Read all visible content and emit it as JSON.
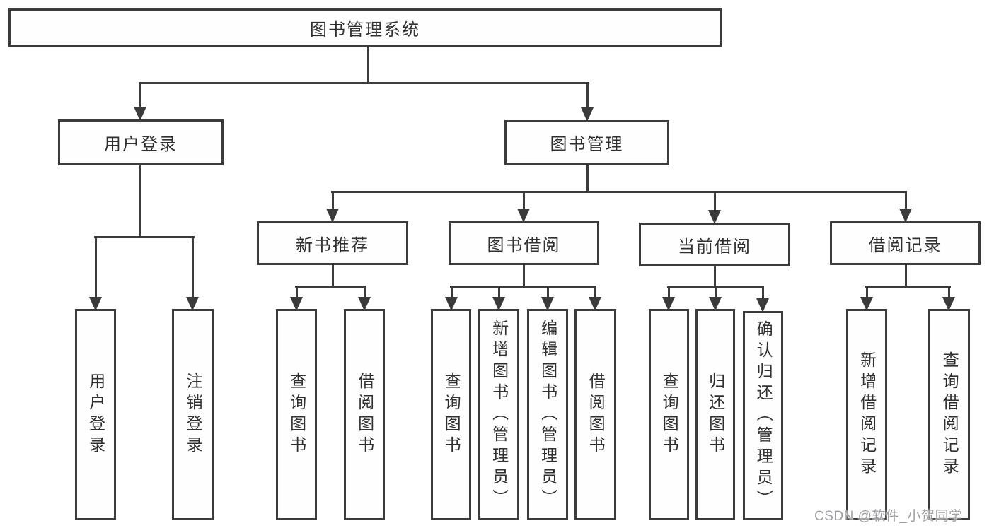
{
  "diagram": {
    "type": "tree",
    "root": {
      "label": "图书管理系统",
      "children": [
        {
          "label": "用户登录",
          "children": [
            {
              "label": "用户登录"
            },
            {
              "label": "注销登录"
            }
          ]
        },
        {
          "label": "图书管理",
          "children": [
            {
              "label": "新书推荐",
              "children": [
                {
                  "label": "查询图书"
                },
                {
                  "label": "借阅图书"
                }
              ]
            },
            {
              "label": "图书借阅",
              "children": [
                {
                  "label": "查询图书"
                },
                {
                  "label": "新增图书（管理员）"
                },
                {
                  "label": "编辑图书（管理员）"
                },
                {
                  "label": "借阅图书"
                }
              ]
            },
            {
              "label": "当前借阅",
              "children": [
                {
                  "label": "查询图书"
                },
                {
                  "label": "归还图书"
                },
                {
                  "label": "确认归还（管理员）"
                }
              ]
            },
            {
              "label": "借阅记录",
              "children": [
                {
                  "label": "新增借阅记录"
                },
                {
                  "label": "查询借阅记录"
                }
              ]
            }
          ]
        }
      ]
    }
  },
  "watermark": {
    "text": "CSDN @软件_小贺同学",
    "color": "#a0a0a4"
  },
  "colors": {
    "line": "#3b3b3b",
    "box_border": "#3b3b3b",
    "text": "#303030",
    "background": "#ffffff"
  }
}
